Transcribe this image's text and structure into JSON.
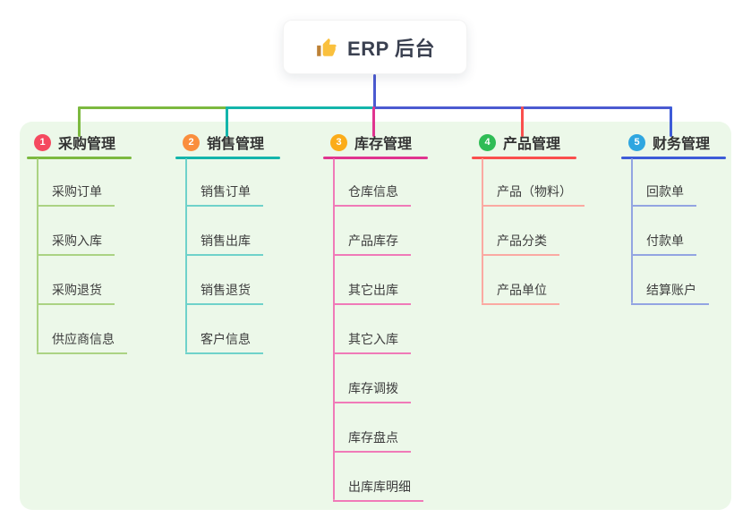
{
  "root": {
    "icon": "thumbs-up",
    "label": "ERP 后台"
  },
  "colors": {
    "background_panel": "#ecf8e9",
    "root_connector": "#4b5ad1",
    "title_text": "#333333",
    "child_text": "#3d3d3d"
  },
  "branches": [
    {
      "number": "1",
      "title": "采购管理",
      "badge_color": "#f5495f",
      "line_color": "#7cb93f",
      "child_line_color": "#abd383",
      "children": [
        "采购订单",
        "采购入库",
        "采购退货",
        "供应商信息"
      ]
    },
    {
      "number": "2",
      "title": "销售管理",
      "badge_color": "#fa8e3d",
      "line_color": "#13b5ab",
      "child_line_color": "#6fd2ca",
      "children": [
        "销售订单",
        "销售出库",
        "销售退货",
        "客户信息"
      ]
    },
    {
      "number": "3",
      "title": "库存管理",
      "badge_color": "#fbac19",
      "line_color": "#e0348f",
      "child_line_color": "#f07ab8",
      "children": [
        "仓库信息",
        "产品库存",
        "其它出库",
        "其它入库",
        "库存调拨",
        "库存盘点",
        "出库库明细"
      ]
    },
    {
      "number": "4",
      "title": "产品管理",
      "badge_color": "#2fbc55",
      "line_color": "#fa4f4d",
      "child_line_color": "#fba9a2",
      "children": [
        "产品（物料）",
        "产品分类",
        "产品单位"
      ]
    },
    {
      "number": "5",
      "title": "财务管理",
      "badge_color": "#3d5bd8",
      "badge_fill": "#2fa6e0",
      "line_color": "#3d5bd8",
      "child_line_color": "#93a5e2",
      "children": [
        "回款单",
        "付款单",
        "结算账户"
      ]
    }
  ]
}
